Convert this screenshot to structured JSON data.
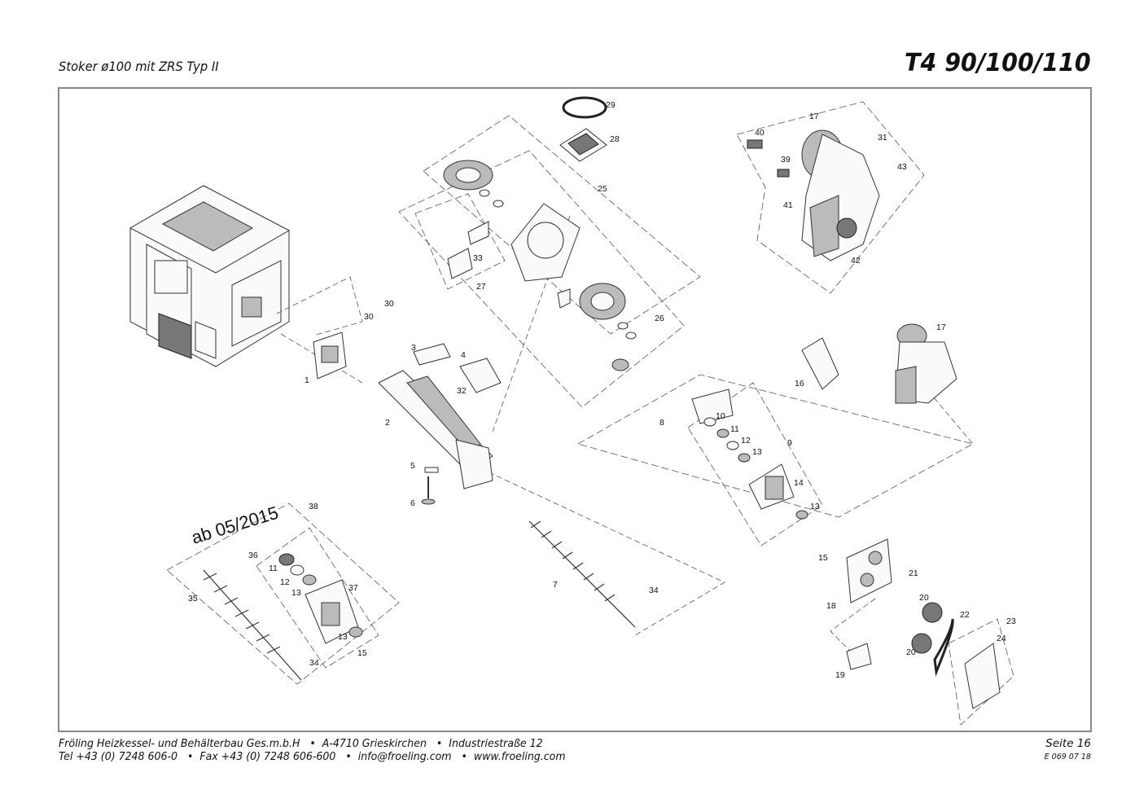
{
  "header": {
    "subtitle": "Stoker ø100 mit ZRS Typ II",
    "model": "T4 90/100/110"
  },
  "note": "ab 05/2015",
  "callouts": [
    "29",
    "28",
    "17",
    "40",
    "31",
    "39",
    "43",
    "25",
    "41",
    "42",
    "33",
    "27",
    "30",
    "30",
    "26",
    "17",
    "3",
    "4",
    "16",
    "1",
    "32",
    "2",
    "8",
    "10",
    "11",
    "12",
    "13",
    "9",
    "5",
    "14",
    "6",
    "13",
    "38",
    "36",
    "15",
    "11",
    "21",
    "12",
    "37",
    "7",
    "13",
    "34",
    "35",
    "20",
    "22",
    "18",
    "23",
    "24",
    "13",
    "15",
    "20",
    "34",
    "19"
  ],
  "footer": {
    "line1": "Fröling Heizkessel- und Behälterbau Ges.m.b.H   •  A-4710 Grieskirchen   •  Industriestraße 12",
    "line2": "Tel +43 (0) 7248 606-0   •  Fax +43 (0) 7248 606-600   •  info@froeling.com   •  www.froeling.com",
    "page": "Seite 16",
    "doc_code": "E 069 07 18"
  }
}
